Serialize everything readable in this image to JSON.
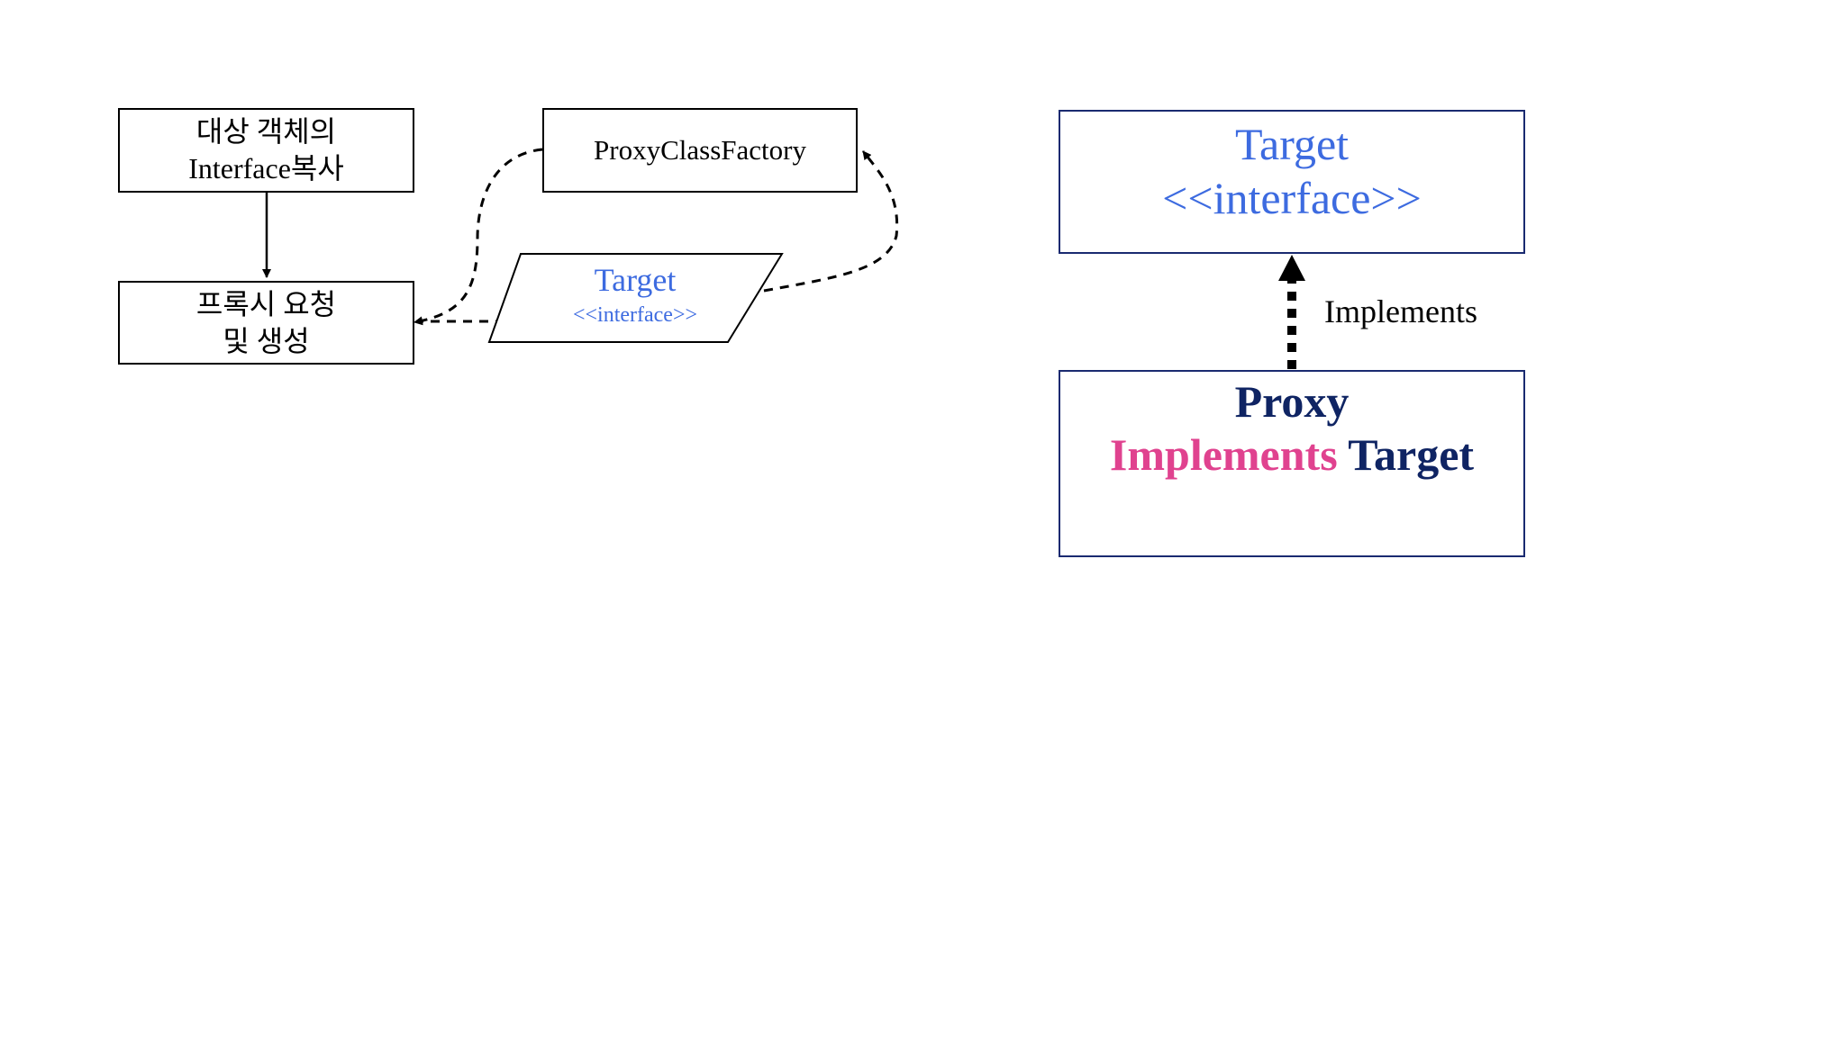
{
  "left_diagram": {
    "copy_box": {
      "line1": "대상 객체의",
      "line2": "Interface복사"
    },
    "request_box": {
      "line1": "프록시 요청",
      "line2": "및 생성"
    },
    "factory_box": {
      "label": "ProxyClassFactory"
    },
    "target_shape": {
      "title": "Target",
      "stereotype": "<<interface>>"
    }
  },
  "right_diagram": {
    "interface_box": {
      "title": "Target",
      "stereotype": "<<interface>>"
    },
    "relation_label": "Implements",
    "proxy_box": {
      "title": "Proxy",
      "implements_word": "Implements",
      "target_word": "Target"
    }
  },
  "colors": {
    "interface_text": "#3d6be0",
    "proxy_text": "#0f2463",
    "implements_keyword": "#e0428f",
    "box_border_right": "#1a2a70"
  }
}
